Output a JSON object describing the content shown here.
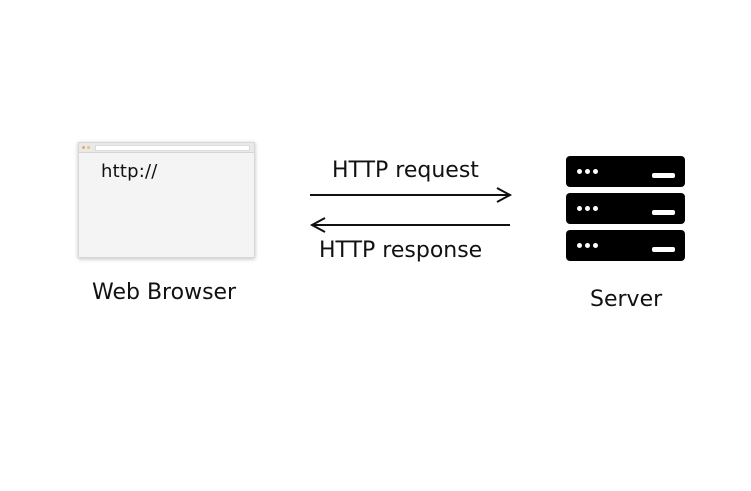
{
  "browser": {
    "url_text": "http://",
    "label": "Web Browser"
  },
  "arrows": {
    "request_label": "HTTP request",
    "response_label": "HTTP response"
  },
  "server": {
    "label": "Server",
    "unit_count": 3
  },
  "icons": [
    "browser-window-icon",
    "server-rack-icon",
    "arrow-right-icon",
    "arrow-left-icon"
  ],
  "colors": {
    "ink": "#111111",
    "browser_fill": "#f4f4f4",
    "server_fill": "#000000"
  }
}
